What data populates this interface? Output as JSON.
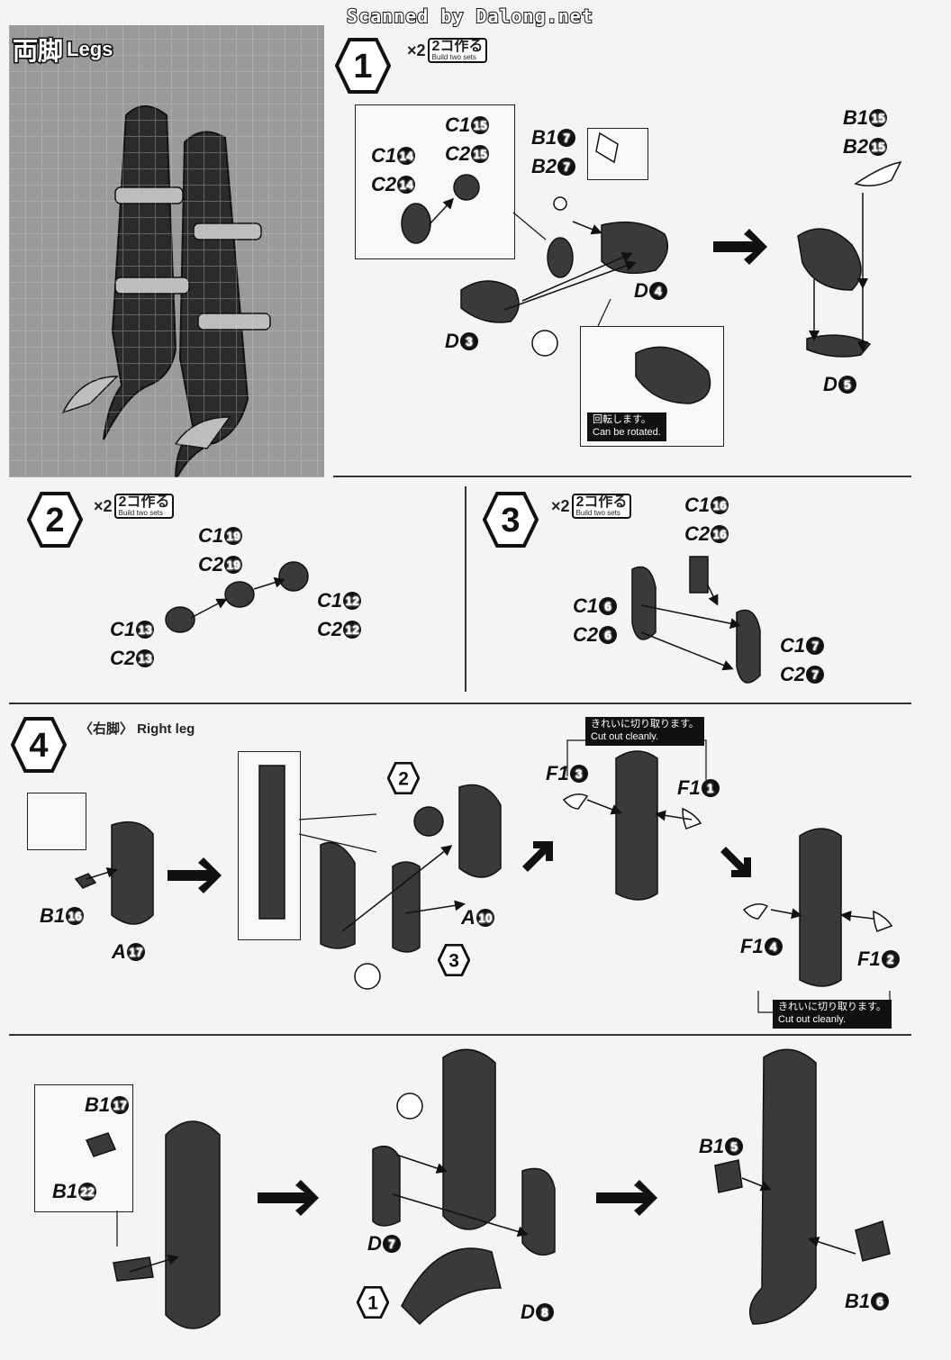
{
  "scan_credit": "Scanned by Dalong.net",
  "section": {
    "title_jp": "両脚",
    "title_en": "Legs"
  },
  "steps": [
    {
      "number": "1",
      "multiplier": "×2",
      "build_jp": "2コ作る",
      "build_en": "Build two sets"
    },
    {
      "number": "2",
      "multiplier": "×2",
      "build_jp": "2コ作る",
      "build_en": "Build two sets"
    },
    {
      "number": "3",
      "multiplier": "×2",
      "build_jp": "2コ作る",
      "build_en": "Build two sets"
    },
    {
      "number": "4",
      "subtitle": "〈右脚〉 Right leg"
    }
  ],
  "notes": {
    "rotate_jp": "回転します。",
    "rotate_en": "Can be rotated.",
    "cut_jp": "きれいに切り取ります。",
    "cut_en": "Cut out cleanly."
  },
  "refs": {
    "step2": "2",
    "step3": "3",
    "step1": "1"
  },
  "labels": {
    "s1_c1_14": {
      "p": "C1",
      "n": "14"
    },
    "s1_c2_14": {
      "p": "C2",
      "n": "14"
    },
    "s1_c1_15": {
      "p": "C1",
      "n": "15"
    },
    "s1_c2_15": {
      "p": "C2",
      "n": "15"
    },
    "s1_b1_7": {
      "p": "B1",
      "n": "7"
    },
    "s1_b2_7": {
      "p": "B2",
      "n": "7"
    },
    "s1_d4": {
      "p": "D",
      "n": "4"
    },
    "s1_d3": {
      "p": "D",
      "n": "3"
    },
    "s1_b1_15": {
      "p": "B1",
      "n": "15"
    },
    "s1_b2_15": {
      "p": "B2",
      "n": "15"
    },
    "s1_d5": {
      "p": "D",
      "n": "5"
    },
    "s2_c1_19": {
      "p": "C1",
      "n": "19"
    },
    "s2_c2_19": {
      "p": "C2",
      "n": "19"
    },
    "s2_c1_12": {
      "p": "C1",
      "n": "12"
    },
    "s2_c2_12": {
      "p": "C2",
      "n": "12"
    },
    "s2_c1_13": {
      "p": "C1",
      "n": "13"
    },
    "s2_c2_13": {
      "p": "C2",
      "n": "13"
    },
    "s3_c1_16": {
      "p": "C1",
      "n": "16"
    },
    "s3_c2_16": {
      "p": "C2",
      "n": "16"
    },
    "s3_c1_6": {
      "p": "C1",
      "n": "6"
    },
    "s3_c2_6": {
      "p": "C2",
      "n": "6"
    },
    "s3_c1_7": {
      "p": "C1",
      "n": "7"
    },
    "s3_c2_7": {
      "p": "C2",
      "n": "7"
    },
    "s4_b1_16": {
      "p": "B1",
      "n": "16"
    },
    "s4_a17": {
      "p": "A",
      "n": "17"
    },
    "s4_a10": {
      "p": "A",
      "n": "10"
    },
    "s4_f1_3": {
      "p": "F1",
      "n": "3"
    },
    "s4_f1_1": {
      "p": "F1",
      "n": "1"
    },
    "s4_f1_4": {
      "p": "F1",
      "n": "4"
    },
    "s4_f1_2": {
      "p": "F1",
      "n": "2"
    },
    "s5_b1_17": {
      "p": "B1",
      "n": "17"
    },
    "s5_b1_22": {
      "p": "B1",
      "n": "22"
    },
    "s5_d7": {
      "p": "D",
      "n": "7"
    },
    "s5_d8": {
      "p": "D",
      "n": "8"
    },
    "s5_b1_5": {
      "p": "B1",
      "n": "5"
    },
    "s5_b1_6": {
      "p": "B1",
      "n": "6"
    }
  },
  "colors": {
    "ink": "#111111",
    "part": "#3a3a3a",
    "paper": "#f4f4f4",
    "hero": "#9a9a9a"
  }
}
